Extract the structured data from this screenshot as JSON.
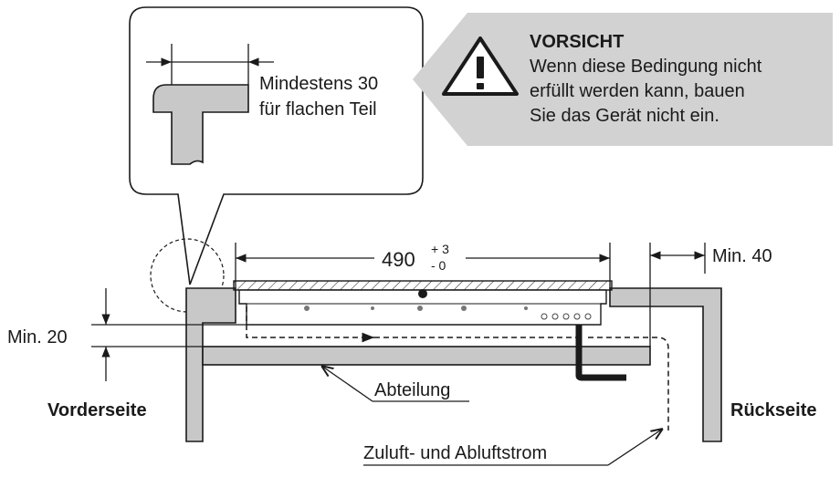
{
  "callout": {
    "line1": "Mindestens 30",
    "line2": "für flachen Teil"
  },
  "caution": {
    "title": "VORSICHT",
    "line1": "Wenn diese Bedingung nicht",
    "line2": "erfüllt werden kann, bauen",
    "line3": "Sie das Gerät nicht ein."
  },
  "dimensions": {
    "width_main": "490",
    "tol_plus": "+ 3",
    "tol_minus": "- 0",
    "rear_gap": "Min. 40",
    "front_gap": "Min. 20"
  },
  "labels": {
    "front": "Vorderseite",
    "rear": "Rückseite",
    "compartment": "Abteilung",
    "airflow": "Zuluft- und Abluftstrom"
  },
  "colors": {
    "panel_fill": "#c8c8c8",
    "caution_fill": "#d2d2d2",
    "line": "#1a1a1a"
  },
  "icons": {
    "warning": "warning-triangle-icon"
  }
}
